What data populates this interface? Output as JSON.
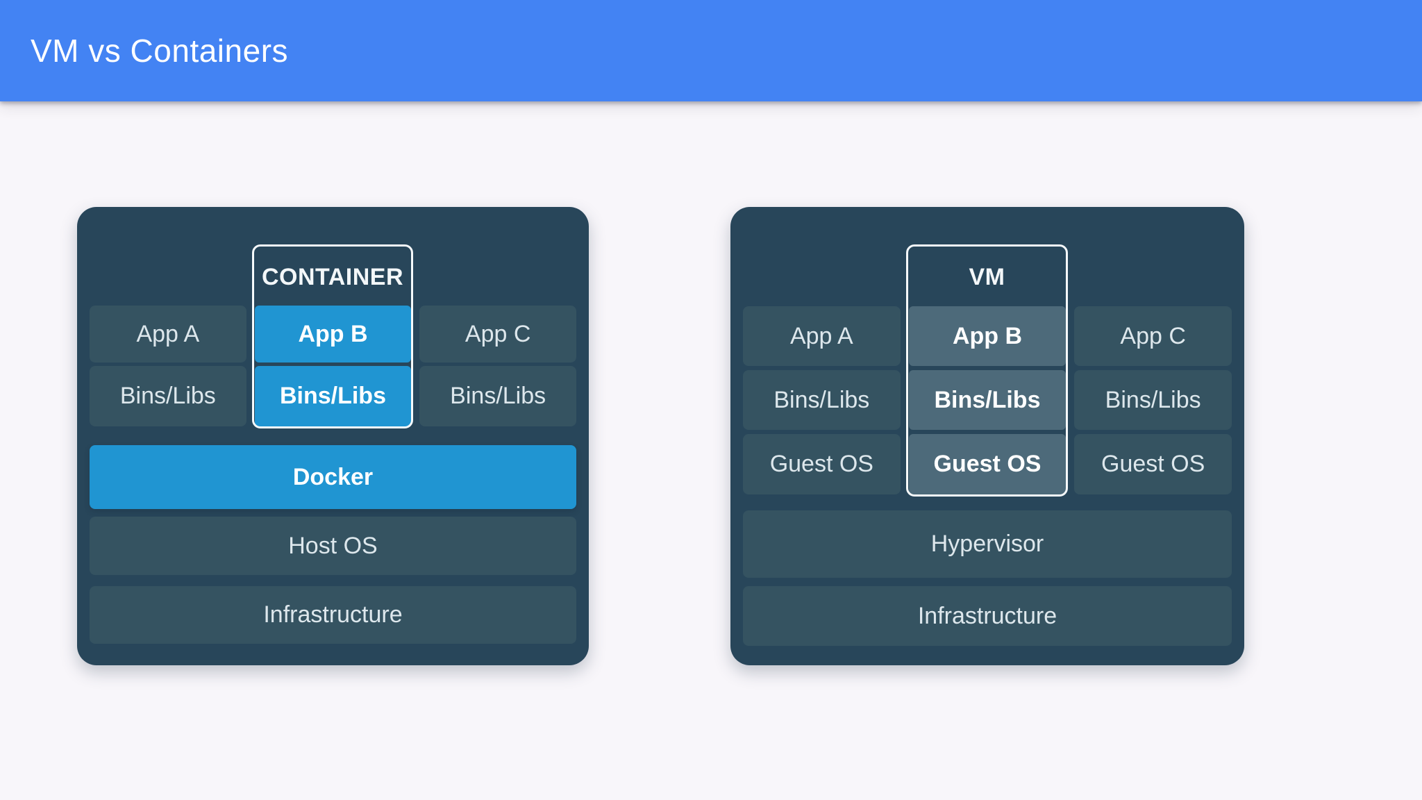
{
  "header": {
    "title": "VM vs Containers"
  },
  "colors": {
    "header_bar": "#4383f3",
    "page_background": "#f8f6fa",
    "panel_background": "#28465a",
    "cell_background": "#355361",
    "container_highlight_blue": "#2095d2",
    "vm_highlight_slate": "#4d6a7a",
    "outline_white": "#f6fafc",
    "cell_text": "#dde7ec",
    "highlight_text": "#ffffff"
  },
  "containers_panel": {
    "box_label": "CONTAINER",
    "apps_row": [
      "App A",
      "App B",
      "App C"
    ],
    "bins_row": [
      "Bins/Libs",
      "Bins/Libs",
      "Bins/Libs"
    ],
    "layers": [
      "Docker",
      "Host OS",
      "Infrastructure"
    ]
  },
  "vm_panel": {
    "box_label": "VM",
    "apps_row": [
      "App A",
      "App B",
      "App C"
    ],
    "bins_row": [
      "Bins/Libs",
      "Bins/Libs",
      "Bins/Libs"
    ],
    "guest_row": [
      "Guest OS",
      "Guest OS",
      "Guest OS"
    ],
    "layers": [
      "Hypervisor",
      "Infrastructure"
    ]
  }
}
